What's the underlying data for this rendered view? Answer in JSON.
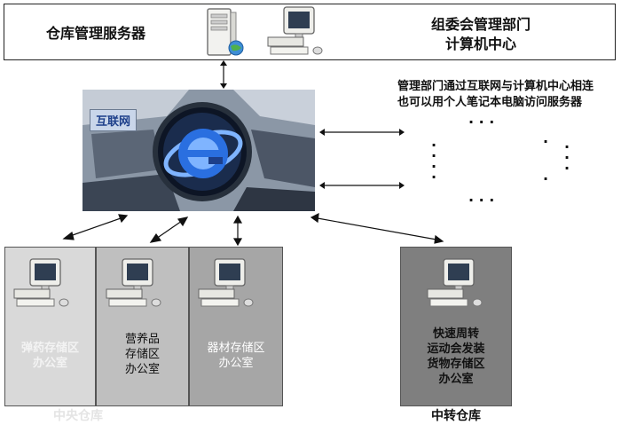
{
  "top": {
    "server_label": "仓库管理服务器",
    "committee_label_1": "组委会管理部门",
    "committee_label_2": "计算机中心"
  },
  "hub": {
    "label": "互联网"
  },
  "note": {
    "line1": "管理部门通过互联网与计算机中心相连",
    "line2": "也可以用个人笔记本电脑访问服务器"
  },
  "offices": [
    {
      "lines": [
        "弹药存储区",
        "办公室"
      ]
    },
    {
      "lines": [
        "营养品",
        "存储区",
        "办公室"
      ]
    },
    {
      "lines": [
        "器材存储区",
        "办公室"
      ]
    },
    {
      "lines": [
        "快速周转",
        "运动会发装",
        "货物存储区",
        "办公室"
      ]
    }
  ],
  "groups": {
    "central": "中央仓库",
    "transfer": "中转仓库"
  },
  "icons": [
    "server-icon",
    "computer-icon",
    "internet-explorer-icon",
    "double-arrow-icon",
    "dots-icon"
  ],
  "colors": {
    "panel1": "#d9d9d9",
    "panel2": "#bfbfbf",
    "panel3": "#a6a6a6",
    "panel4": "#7f7f7f",
    "ie_blue": "#2a6fe0"
  }
}
